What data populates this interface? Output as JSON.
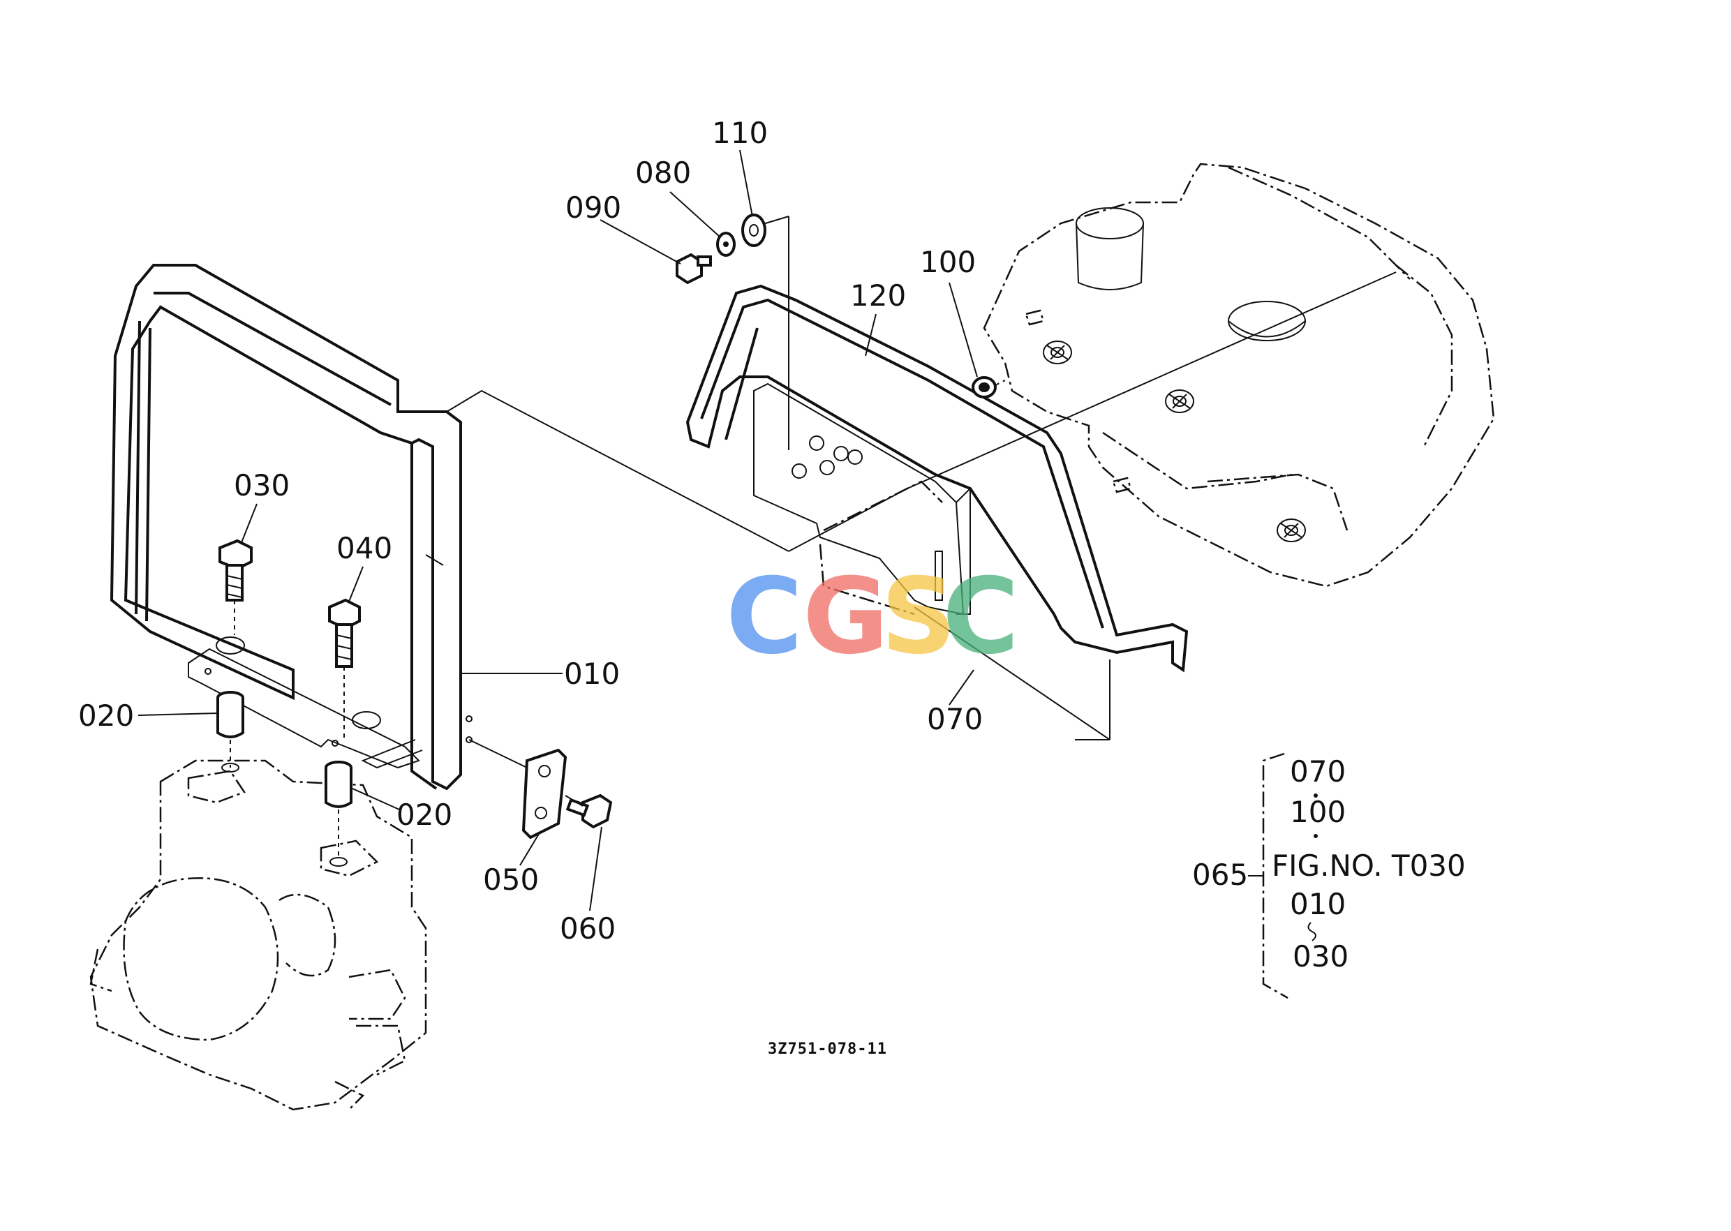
{
  "labels": {
    "p010": "010",
    "p020a": "020",
    "p020b": "020",
    "p030": "030",
    "p040": "040",
    "p050": "050",
    "p060": "060",
    "p070": "070",
    "p080": "080",
    "p090": "090",
    "p100": "100",
    "p110": "110",
    "p120": "120"
  },
  "group_note": {
    "group_label": "065",
    "items": [
      "070",
      "100",
      "FIG.NO. T030",
      "010",
      "030"
    ]
  },
  "drawing_number": "3Z751-078-11",
  "watermark": {
    "letters": [
      "C",
      "G",
      "S",
      "C"
    ],
    "colors": [
      "#4f8ff0",
      "#ef6b62",
      "#f6c543",
      "#48b07a"
    ]
  }
}
